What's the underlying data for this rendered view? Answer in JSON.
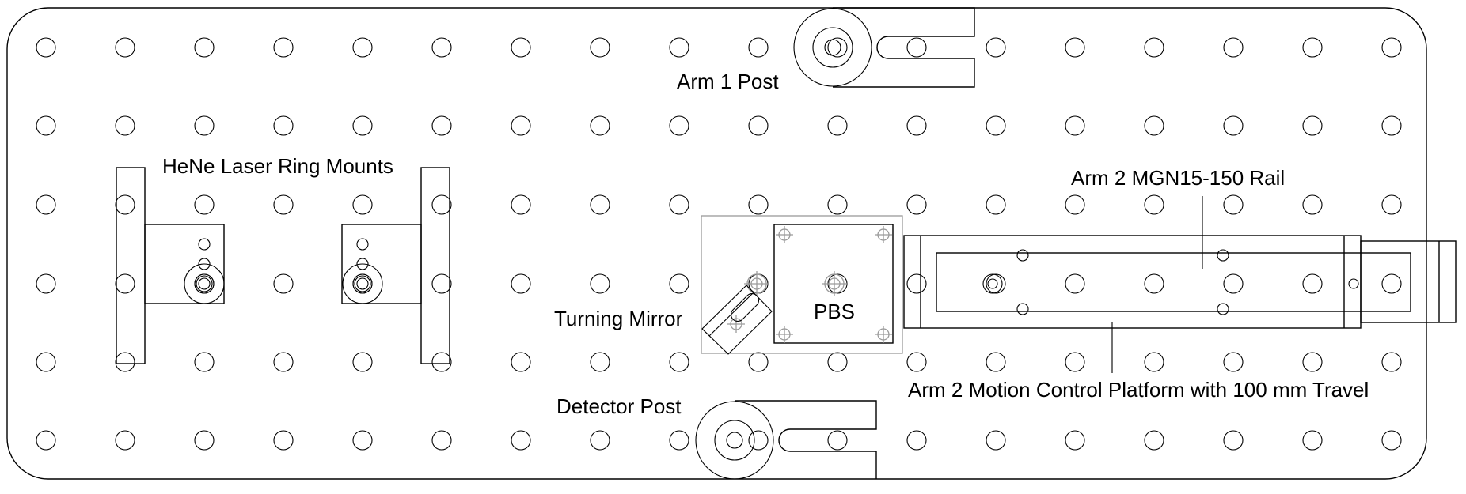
{
  "diagram": {
    "title": "Optical breadboard layout",
    "grid": {
      "rows": 6,
      "columns": 18
    },
    "labels": {
      "hene": "HeNe Laser Ring Mounts",
      "arm1": "Arm 1 Post",
      "rail": "Arm 2 MGN15-150 Rail",
      "mirror": "Turning Mirror",
      "pbs": "PBS",
      "detector": "Detector Post",
      "platform": "Arm 2 Motion Control Platform with 100 mm Travel"
    },
    "colors": {
      "line": "#000000",
      "pbs_baseplate": "#9a9a9a",
      "background": "#ffffff"
    }
  }
}
